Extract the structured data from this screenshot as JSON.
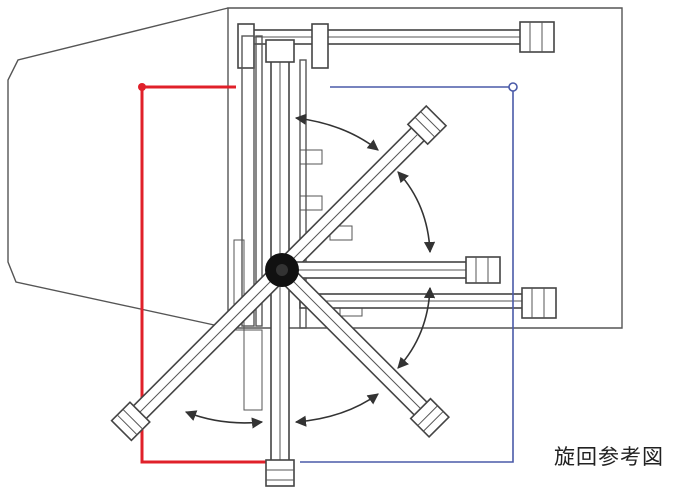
{
  "caption": "旋回参考図",
  "icons": {
    "body": "machine-body-outline",
    "hub": "swivel-hub-icon",
    "boom": "boom-arm",
    "rotation": "rotation-arrow"
  },
  "colors": {
    "outline": "#555555",
    "left_reach": "#e0202a",
    "right_reach": "#4a5aa8",
    "hub": "#111111",
    "caption": "#222222"
  }
}
